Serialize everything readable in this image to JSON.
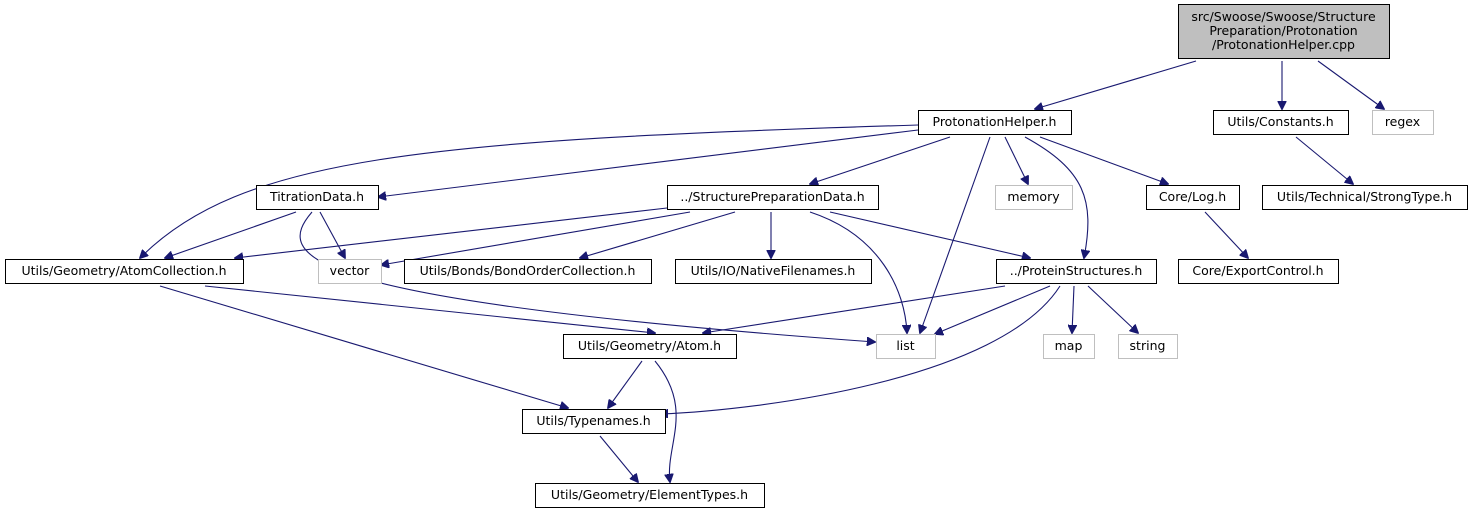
{
  "colors": {
    "edge": "#191970",
    "node_border": "#000000",
    "external_border": "#bfbfbf",
    "root_fill": "#bfbfbf",
    "node_fill": "#ffffff"
  },
  "nodes": [
    {
      "id": "root",
      "lines": [
        "src/Swoose/Swoose/Structure",
        "Preparation/Protonation",
        "/ProtonationHelper.cpp"
      ],
      "kind": "root"
    },
    {
      "id": "protonation_helper_h",
      "lines": [
        "ProtonationHelper.h"
      ],
      "kind": "normal"
    },
    {
      "id": "utils_constants_h",
      "lines": [
        "Utils/Constants.h"
      ],
      "kind": "normal"
    },
    {
      "id": "regex",
      "lines": [
        "regex"
      ],
      "kind": "external"
    },
    {
      "id": "titration_data_h",
      "lines": [
        "TitrationData.h"
      ],
      "kind": "normal"
    },
    {
      "id": "structure_preparation_data_h",
      "lines": [
        "../StructurePreparationData.h"
      ],
      "kind": "normal"
    },
    {
      "id": "memory",
      "lines": [
        "memory"
      ],
      "kind": "external"
    },
    {
      "id": "core_log_h",
      "lines": [
        "Core/Log.h"
      ],
      "kind": "normal"
    },
    {
      "id": "strong_type_h",
      "lines": [
        "Utils/Technical/StrongType.h"
      ],
      "kind": "normal"
    },
    {
      "id": "atom_collection_h",
      "lines": [
        "Utils/Geometry/AtomCollection.h"
      ],
      "kind": "normal"
    },
    {
      "id": "vector",
      "lines": [
        "vector"
      ],
      "kind": "external"
    },
    {
      "id": "bond_order_collection_h",
      "lines": [
        "Utils/Bonds/BondOrderCollection.h"
      ],
      "kind": "normal"
    },
    {
      "id": "native_filenames_h",
      "lines": [
        "Utils/IO/NativeFilenames.h"
      ],
      "kind": "normal"
    },
    {
      "id": "protein_structures_h",
      "lines": [
        "../ProteinStructures.h"
      ],
      "kind": "normal"
    },
    {
      "id": "export_control_h",
      "lines": [
        "Core/ExportControl.h"
      ],
      "kind": "normal"
    },
    {
      "id": "atom_h",
      "lines": [
        "Utils/Geometry/Atom.h"
      ],
      "kind": "normal"
    },
    {
      "id": "list",
      "lines": [
        "list"
      ],
      "kind": "external"
    },
    {
      "id": "map",
      "lines": [
        "map"
      ],
      "kind": "external"
    },
    {
      "id": "string",
      "lines": [
        "string"
      ],
      "kind": "external"
    },
    {
      "id": "typenames_h",
      "lines": [
        "Utils/Typenames.h"
      ],
      "kind": "normal"
    },
    {
      "id": "element_types_h",
      "lines": [
        "Utils/Geometry/ElementTypes.h"
      ],
      "kind": "normal"
    }
  ],
  "edges": [
    {
      "from": "root",
      "to": "protonation_helper_h"
    },
    {
      "from": "root",
      "to": "utils_constants_h"
    },
    {
      "from": "root",
      "to": "regex"
    },
    {
      "from": "protonation_helper_h",
      "to": "atom_collection_h"
    },
    {
      "from": "protonation_helper_h",
      "to": "titration_data_h"
    },
    {
      "from": "protonation_helper_h",
      "to": "structure_preparation_data_h"
    },
    {
      "from": "protonation_helper_h",
      "to": "list"
    },
    {
      "from": "protonation_helper_h",
      "to": "memory"
    },
    {
      "from": "protonation_helper_h",
      "to": "protein_structures_h"
    },
    {
      "from": "protonation_helper_h",
      "to": "core_log_h"
    },
    {
      "from": "utils_constants_h",
      "to": "strong_type_h"
    },
    {
      "from": "titration_data_h",
      "to": "atom_collection_h"
    },
    {
      "from": "titration_data_h",
      "to": "vector"
    },
    {
      "from": "titration_data_h",
      "to": "list"
    },
    {
      "from": "structure_preparation_data_h",
      "to": "atom_collection_h"
    },
    {
      "from": "structure_preparation_data_h",
      "to": "vector"
    },
    {
      "from": "structure_preparation_data_h",
      "to": "bond_order_collection_h"
    },
    {
      "from": "structure_preparation_data_h",
      "to": "native_filenames_h"
    },
    {
      "from": "structure_preparation_data_h",
      "to": "list"
    },
    {
      "from": "structure_preparation_data_h",
      "to": "protein_structures_h"
    },
    {
      "from": "core_log_h",
      "to": "export_control_h"
    },
    {
      "from": "atom_collection_h",
      "to": "atom_h"
    },
    {
      "from": "atom_collection_h",
      "to": "typenames_h"
    },
    {
      "from": "protein_structures_h",
      "to": "atom_h"
    },
    {
      "from": "protein_structures_h",
      "to": "list"
    },
    {
      "from": "protein_structures_h",
      "to": "map"
    },
    {
      "from": "protein_structures_h",
      "to": "string"
    },
    {
      "from": "protein_structures_h",
      "to": "typenames_h"
    },
    {
      "from": "atom_h",
      "to": "typenames_h"
    },
    {
      "from": "atom_h",
      "to": "element_types_h"
    },
    {
      "from": "typenames_h",
      "to": "element_types_h"
    }
  ]
}
